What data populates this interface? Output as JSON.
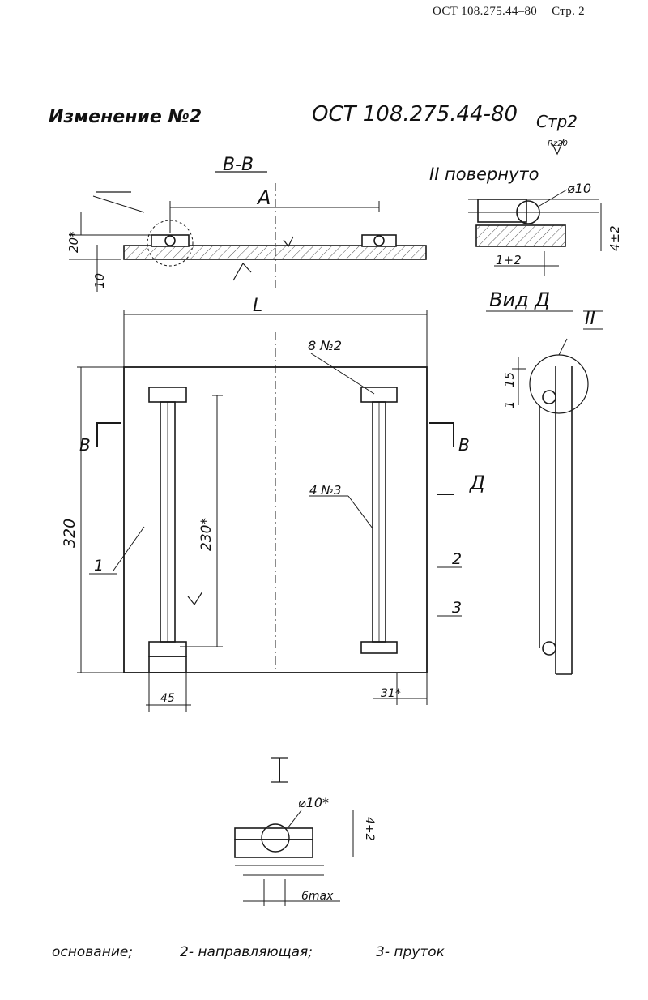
{
  "header": {
    "standard": "ОСТ 108.275.44–80",
    "page": "Стр. 2"
  },
  "revision": {
    "label": "Изменение №2",
    "standard": "ОСТ 108.275.44-80",
    "page": "Стр2"
  },
  "section_bb": {
    "title": "В-В",
    "dim_a": "А",
    "dim_20": "20*",
    "dim_10": "10"
  },
  "detail_II": {
    "title": "II повернуто",
    "diameter": "⌀10",
    "offset": "1+2",
    "height": "4±2",
    "roughness": "Rz20"
  },
  "view_d": {
    "title": "Вид Д",
    "marker": "II",
    "dim_15": "15",
    "dim_1": "1"
  },
  "plan": {
    "dim_L": "L",
    "pos_8": "8 №2",
    "pos_4": "4 №3",
    "dim_320": "320",
    "dim_230": "230*",
    "dim_45": "45",
    "dim_31": "31*",
    "section_left": "В",
    "section_right": "В",
    "view_letter": "Д",
    "callouts": [
      "1",
      "2",
      "3"
    ]
  },
  "detail_I": {
    "title": "I",
    "diameter": "⌀10*",
    "dim_4": "4+2",
    "dim_bmax": "6max"
  },
  "legend": {
    "item_1": "основание;",
    "item_2": "2- направляющая;",
    "item_3": "3- пруток"
  }
}
